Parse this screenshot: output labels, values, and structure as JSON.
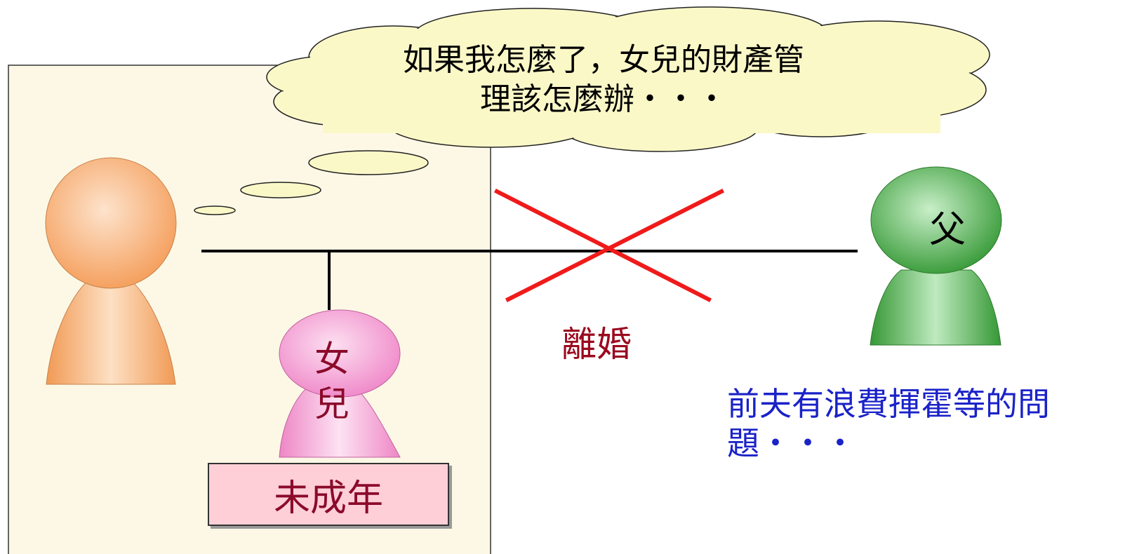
{
  "thought_bubble": {
    "line1": "如果我怎麼了，女兒的財產管",
    "line2": "理該怎麼辦・・・"
  },
  "daughter": {
    "line1": "女",
    "line2": "兒"
  },
  "minor_label": "未成年",
  "father_label": "父",
  "divorce_label": "離婚",
  "problem": {
    "line1": "前夫有浪費揮霍等的問",
    "line2": "題・・・"
  },
  "colors": {
    "mother_figure": "#f7a868",
    "daughter_figure": "#f29ad0",
    "father_figure": "#3ea03e",
    "panel_fill": "#fdf8e6",
    "cloud_fill": "#fbf8c8",
    "cross": "#f01a1a",
    "divorce_text": "#9b0a1e",
    "problem_text": "#1a22c8",
    "minor_box_fill": "#ffcfd8"
  },
  "icons": {
    "mother": "person-icon",
    "daughter": "person-icon",
    "father": "person-icon",
    "cross": "cross-mark-icon",
    "thought": "thought-cloud-icon"
  }
}
